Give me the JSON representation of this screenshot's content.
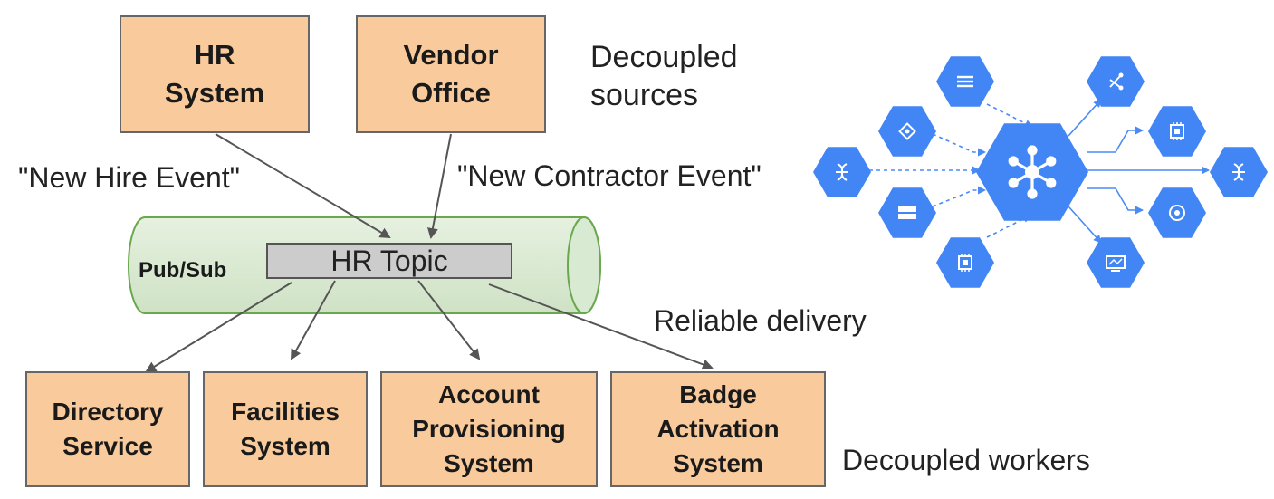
{
  "sources": [
    {
      "label": "HR\nSystem"
    },
    {
      "label": "Vendor\nOffice"
    }
  ],
  "sources_caption": "Decoupled\nsources",
  "events": {
    "hr": "\"New Hire Event\"",
    "vendor": "\"New Contractor Event\""
  },
  "pubsub": {
    "label": "Pub/Sub",
    "topic": "HR Topic"
  },
  "delivery_caption": "Reliable delivery",
  "workers": [
    {
      "label": "Directory\nService"
    },
    {
      "label": "Facilities\nSystem"
    },
    {
      "label": "Account\nProvisioning\nSystem"
    },
    {
      "label": "Badge\nActivation\nSystem"
    }
  ],
  "workers_caption": "Decoupled workers",
  "colors": {
    "box_fill": "#f9cb9c",
    "box_border": "#666666",
    "tube_fill": "#d9ead3",
    "tube_border": "#6aa84f",
    "topic_fill": "#cccccc",
    "hex_blue": "#4285f4",
    "arrow": "#555555"
  },
  "icons": {
    "center": "pubsub-hub-icon",
    "inputs": [
      "list-icon",
      "settings-diamond-icon",
      "dataflow-icon",
      "storage-icon",
      "chip-icon"
    ],
    "outputs": [
      "share-icon",
      "chip-icon",
      "dataflow-icon",
      "target-icon",
      "monitor-icon"
    ]
  }
}
